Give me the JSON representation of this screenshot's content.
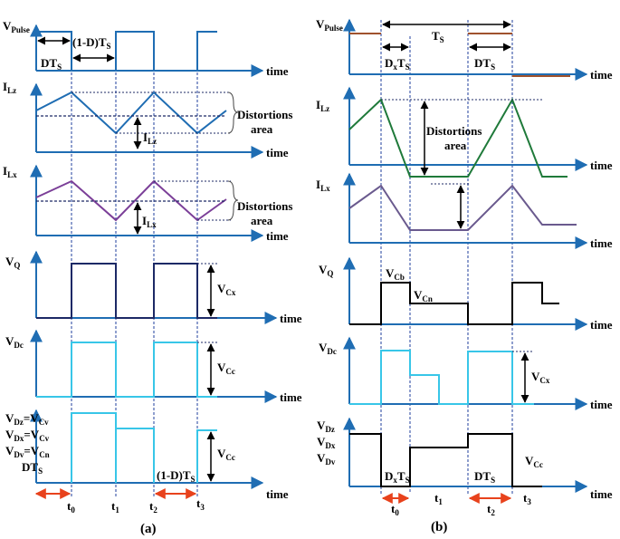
{
  "colors": {
    "blue": "#1f6db3",
    "purple": "#7b3f98",
    "navy": "#1c2966",
    "cyan": "#38c6e8",
    "green": "#1f7a3a",
    "brown": "#a0522d",
    "grey_purple": "#6a5a8e",
    "dotted": "#1f3f9e",
    "red_arrow": "#e8421c",
    "black": "#000000"
  },
  "axis_time": "time",
  "panel_a": {
    "caption": "(a)",
    "v_pulse": {
      "main": "V",
      "sub": "Pulse"
    },
    "i_lz": {
      "main": "I",
      "sub": "Lz"
    },
    "i_lx": {
      "main": "I",
      "sub": "Lx"
    },
    "v_q": {
      "main": "V",
      "sub": "Q"
    },
    "v_dc": {
      "main": "V",
      "sub": "Dc"
    },
    "dts": {
      "main": "DT",
      "sub": "S"
    },
    "one_minus_d_ts": {
      "main": "(1-D)T",
      "sub": "S"
    },
    "distortions_1": "Distortions",
    "area_1": "area",
    "distortions_2": "Distortions",
    "area_2": "area",
    "delta_i_lz": {
      "main": "I",
      "sub": "Lz"
    },
    "delta_i_lx": {
      "main": "I",
      "sub": "Lx"
    },
    "v_cx": {
      "main": "V",
      "sub": "Cx"
    },
    "v_cc_1": {
      "main": "V",
      "sub": "Cc"
    },
    "v_cc_2": {
      "main": "V",
      "sub": "Cc"
    },
    "v_dz_eq": {
      "main": "V",
      "sub": "Dz",
      "eq": "=V",
      "sub2": "Cv"
    },
    "v_dx_eq": {
      "main": "V",
      "sub": "Dx",
      "eq": "=V",
      "sub2": "Cv"
    },
    "v_dv_eq": {
      "main": "V",
      "sub": "Dv",
      "eq": "=V",
      "sub2": "Cn"
    },
    "dts_bottom": {
      "main": "DT",
      "sub": "S"
    },
    "one_minus_d_ts_bottom": {
      "main": "(1-D)T",
      "sub": "S"
    },
    "t0": {
      "main": "t",
      "sub": "0"
    },
    "t1": {
      "main": "t",
      "sub": "1"
    },
    "t2": {
      "main": "t",
      "sub": "2"
    },
    "t3": {
      "main": "t",
      "sub": "3"
    }
  },
  "panel_b": {
    "caption": "(b)",
    "v_pulse": {
      "main": "V",
      "sub": "Pulse"
    },
    "ts": {
      "main": "T",
      "sub": "S"
    },
    "dx_ts": {
      "main": "D",
      "sub": "x",
      "main2": "T",
      "sub2": "S"
    },
    "dts": {
      "main": "DT",
      "sub": "S"
    },
    "i_lz": {
      "main": "I",
      "sub": "Lz"
    },
    "distortions": "Distortions",
    "area": "area",
    "i_lx": {
      "main": "I",
      "sub": "Lx"
    },
    "v_q": {
      "main": "V",
      "sub": "Q"
    },
    "v_cb": {
      "main": "V",
      "sub": "Cb"
    },
    "v_cn": {
      "main": "V",
      "sub": "Cn"
    },
    "v_dc": {
      "main": "V",
      "sub": "Dc"
    },
    "v_cx": {
      "main": "V",
      "sub": "Cx"
    },
    "v_dz": {
      "main": "V",
      "sub": "Dz"
    },
    "v_dx": {
      "main": "V",
      "sub": "Dx"
    },
    "v_dv": {
      "main": "V",
      "sub": "Dv"
    },
    "v_cc": {
      "main": "V",
      "sub": "Cc"
    },
    "dx_ts_bottom": {
      "main": "D",
      "sub": "x",
      "main2": "T",
      "sub2": "S"
    },
    "dts_bottom": {
      "main": "DT",
      "sub": "S"
    },
    "t0": {
      "main": "t",
      "sub": "0"
    },
    "t1": {
      "main": "t",
      "sub": "1"
    },
    "t2": {
      "main": "t",
      "sub": "2"
    },
    "t3": {
      "main": "t",
      "sub": "3"
    }
  }
}
